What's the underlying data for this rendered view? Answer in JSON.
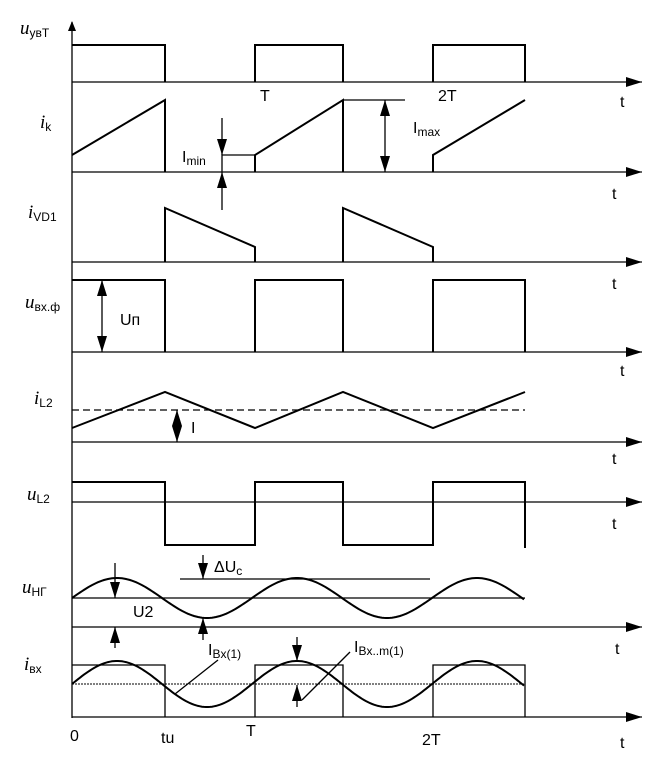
{
  "signals": [
    {
      "sym": "u",
      "sub": "увТ"
    },
    {
      "sym": "i",
      "sub": "k"
    },
    {
      "sym": "i",
      "sub": "VD1"
    },
    {
      "sym": "u",
      "sub": "вх.ф"
    },
    {
      "sym": "i",
      "sub": "L2"
    },
    {
      "sym": "u",
      "sub": "L2"
    },
    {
      "sym": "u",
      "sub": "НГ"
    },
    {
      "sym": "i",
      "sub": "вх"
    }
  ],
  "axis_label": "t",
  "labels": {
    "T": "T",
    "twoT": "2T",
    "zero": "0",
    "tu": "tu",
    "Imin": "I",
    "Imin_sub": "min",
    "Imax": "I",
    "Imax_sub": "max",
    "Up": "Uп",
    "I": "I",
    "dUc": "ΔU",
    "dUc_sub": "c",
    "U2": "U2",
    "Ibx1": "I",
    "Ibx1_sub": "Bx(1)",
    "Ibxm": "I",
    "Ibxm_sub": "Bx..m(1)"
  }
}
